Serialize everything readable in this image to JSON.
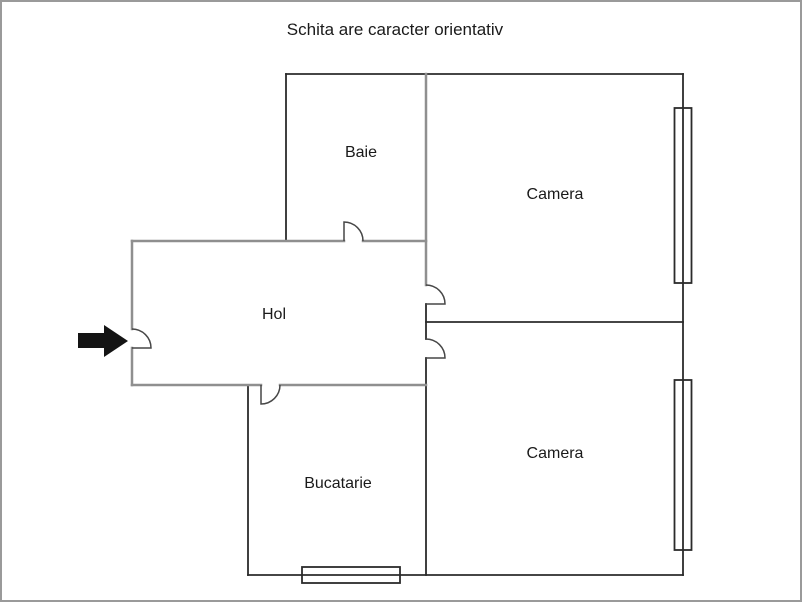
{
  "title": "Schita are caracter orientativ",
  "rooms": {
    "baie": {
      "label": "Baie"
    },
    "camera_top": {
      "label": "Camera"
    },
    "camera_bottom": {
      "label": "Camera"
    },
    "hol": {
      "label": "Hol"
    },
    "bucatarie": {
      "label": "Bucatarie"
    }
  },
  "icons": {
    "entrance_arrow": "right-arrow"
  },
  "colors": {
    "background": "#ffffff",
    "frame_border": "#9a9a9a",
    "wall_dark": "#2b2b2b",
    "wall_gray": "#8f8f8f",
    "door": "#474747",
    "arrow": "#141414",
    "text": "#1a1a1a"
  }
}
